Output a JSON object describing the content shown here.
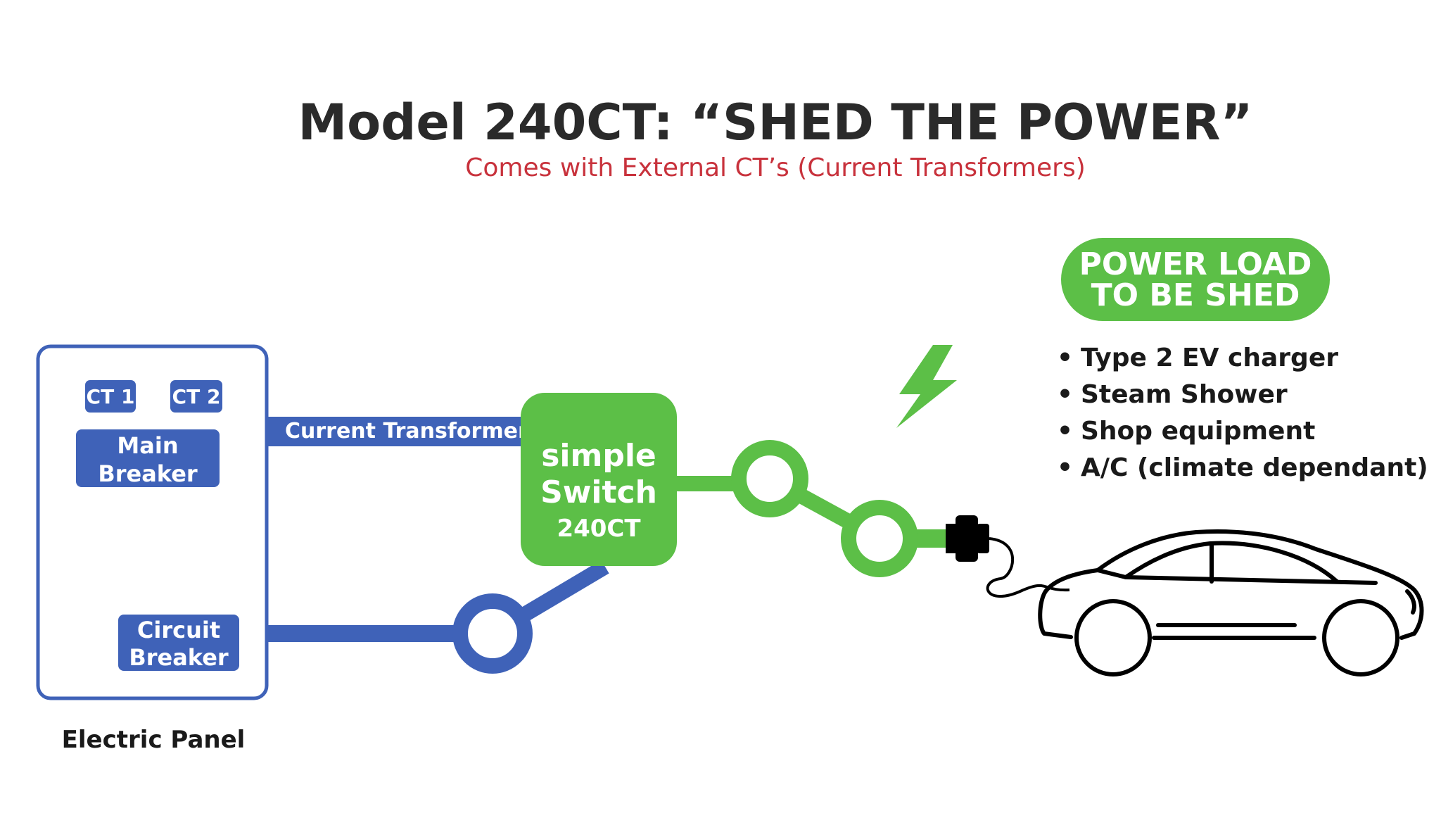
{
  "header": {
    "title": "Model 240CT: “SHED THE POWER”",
    "subtitle": "Comes with External CT’s (Current Transformers)"
  },
  "panel": {
    "ct1": "CT 1",
    "ct2": "CT 2",
    "main_breaker": [
      "Main",
      "Breaker"
    ],
    "circuit_breaker": [
      "Circuit",
      "Breaker"
    ],
    "caption": "Electric Panel"
  },
  "wire_label": "Current Transformers",
  "switch": {
    "lines": [
      "simple",
      "Switch",
      "240CT"
    ]
  },
  "load": {
    "badge": [
      "POWER LOAD",
      "TO BE SHED"
    ],
    "items": [
      "Type 2 EV charger",
      "Steam Shower",
      "Shop equipment",
      "A/C (climate dependant)"
    ],
    "bullet": "•"
  },
  "colors": {
    "blue": "#3f62b8",
    "green": "#5cbf47",
    "title": "#2a2a2a",
    "subtitle": "#c8323c"
  },
  "icons": [
    "lightning-bolt-icon",
    "ev-plug-icon",
    "electric-car-icon"
  ]
}
